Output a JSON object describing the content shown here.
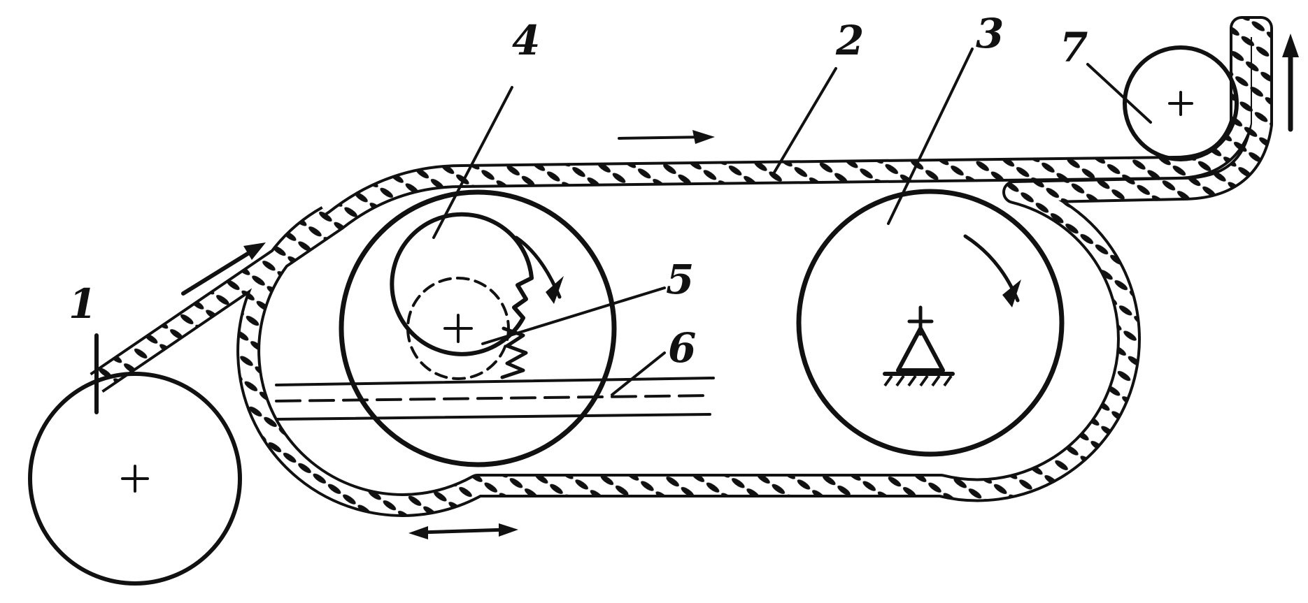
{
  "diagram": {
    "labels": {
      "feed_roll": "1",
      "belt": "2",
      "drive_drum": "3",
      "applicator_drum": "4",
      "gear": "5",
      "bath": "6",
      "guide_roll": "7"
    },
    "colors": {
      "ink": "#111111",
      "background": "#ffffff"
    }
  }
}
